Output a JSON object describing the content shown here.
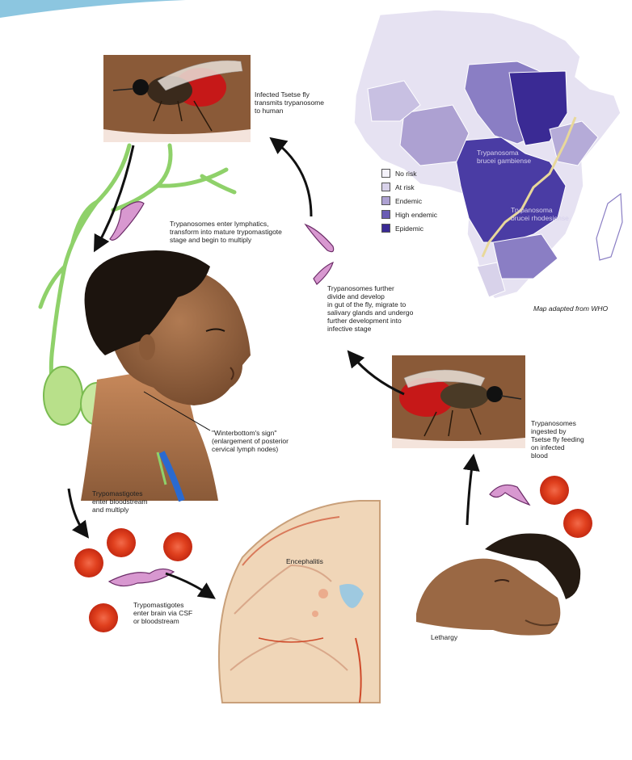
{
  "labels": {
    "fly_transmits": "Infected Tsetse fly\ntransmits trypanosome\nto human",
    "lymphatics": "Trypanosomes enter lymphatics,\ntransform into mature trypomastigote\nstage and begin to multiply",
    "fly_gut": "Trypanosomes further\ndivide and develop\nin gut of the fly, migrate to\nsalivary glands and undergo\nfurther development into\ninfective stage",
    "winterbottom": "\"Winterbottom's sign\"\n(enlargement of posterior\ncervical lymph nodes)",
    "bloodstream": "Trypomastigotes\nenter bloodstream\nand multiply",
    "brain_entry": "Trypomastigotes\nenter brain via CSF\nor bloodstream",
    "encephalitis": "Encephalitis",
    "ingested": "Trypanosomes\ningested by\nTsetse fly feeding\non infected\nblood",
    "lethargy": "Lethargy",
    "map_credit": "Map adapted from WHO",
    "gambiense": "Trypanosoma\nbrucei gambiense",
    "rhodesiense": "Trypanosoma\nbrucei rhodesiense"
  },
  "legend": [
    {
      "label": "No risk",
      "color": "#f4f2fa"
    },
    {
      "label": "At risk",
      "color": "#d8d2ea"
    },
    {
      "label": "Endemic",
      "color": "#ada1d2"
    },
    {
      "label": "High endemic",
      "color": "#6a5cb4"
    },
    {
      "label": "Epidemic",
      "color": "#3a2a94"
    }
  ]
}
